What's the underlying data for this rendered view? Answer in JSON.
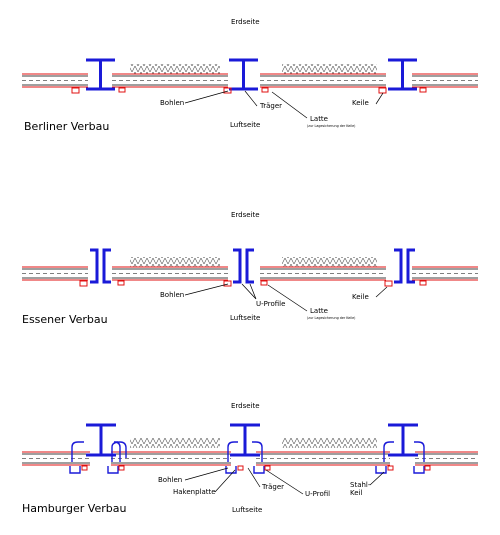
{
  "colors": {
    "steel": "#1a1ad8",
    "timber_outline": "#e01010",
    "lines": "#000000",
    "background": "#ffffff"
  },
  "sections": [
    {
      "id": "berliner",
      "title": "Berliner Verbau",
      "earth_side": "Erdseite",
      "air_side": "Luftseite",
      "labels": {
        "bohlen": "Bohlen",
        "traeger": "Träger",
        "latte": "Latte",
        "latte_note": "(zur Lagesicherung der Keile)",
        "keile": "Keile"
      }
    },
    {
      "id": "essener",
      "title": "Essener Verbau",
      "earth_side": "Erdseite",
      "air_side": "Luftseite",
      "labels": {
        "bohlen": "Bohlen",
        "u_profile": "U-Profile",
        "latte": "Latte",
        "latte_note": "(zur Lagesicherung der Keile)",
        "keile": "Keile"
      }
    },
    {
      "id": "hamburger",
      "title": "Hamburger Verbau",
      "earth_side": "Erdseite",
      "air_side": "Luftseite",
      "labels": {
        "bohlen": "Bohlen",
        "hakenplatte": "Hakenplatte",
        "traeger": "Träger",
        "u_profil": "U-Profil",
        "stahl_keil": "Stahl-\nKeil",
        "stahl": "Stahl-",
        "keil": "Keil"
      }
    }
  ]
}
